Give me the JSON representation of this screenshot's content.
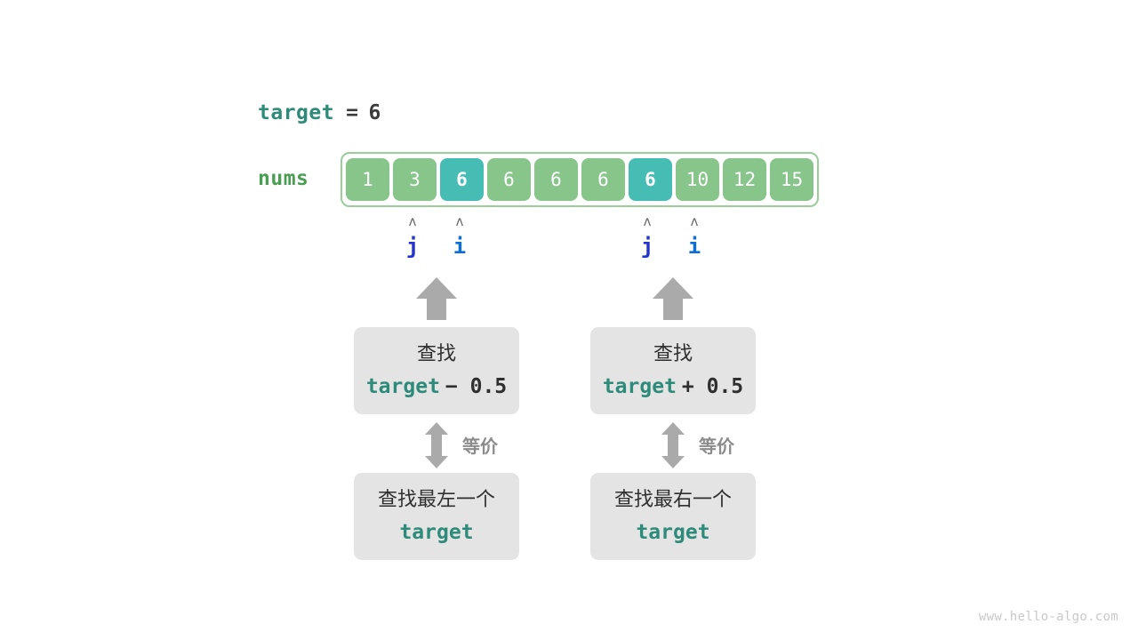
{
  "watermark": "www.hello-algo.com",
  "target": {
    "label": "target",
    "equals": "=",
    "value": "6"
  },
  "array": {
    "label": "nums",
    "values": [
      "1",
      "3",
      "6",
      "6",
      "6",
      "6",
      "6",
      "10",
      "12",
      "15"
    ],
    "highlighted_indices": [
      2,
      6
    ],
    "colors": {
      "cell": "#87c58b",
      "highlight": "#45bcb4",
      "frame_border": "#9acd9a",
      "label": "#4a9e52"
    }
  },
  "pointers": {
    "caret_glyph": "ʌ",
    "left_group": [
      {
        "name": "j",
        "index": 1,
        "color": "#2434cc"
      },
      {
        "name": "i",
        "index": 2,
        "color": "#0c6fd6"
      }
    ],
    "right_group": [
      {
        "name": "j",
        "index": 6,
        "color": "#2434cc"
      },
      {
        "name": "i",
        "index": 7,
        "color": "#0c6fd6"
      }
    ]
  },
  "branches": [
    {
      "id": "left",
      "upper_box": {
        "line1": "查找",
        "token": "target",
        "operator": "− 0.5"
      },
      "equiv_label": "等价",
      "lower_box": {
        "line1": "查找最左一个",
        "token": "target"
      }
    },
    {
      "id": "right",
      "upper_box": {
        "line1": "查找",
        "token": "target",
        "operator": "+ 0.5"
      },
      "equiv_label": "等价",
      "lower_box": {
        "line1": "查找最右一个",
        "token": "target"
      }
    }
  ],
  "colors": {
    "teal_token": "#2e8b79",
    "dark_text": "#2f2f2f",
    "gray_arrow": "#aaaaaa",
    "box_bg": "#e4e4e4"
  }
}
